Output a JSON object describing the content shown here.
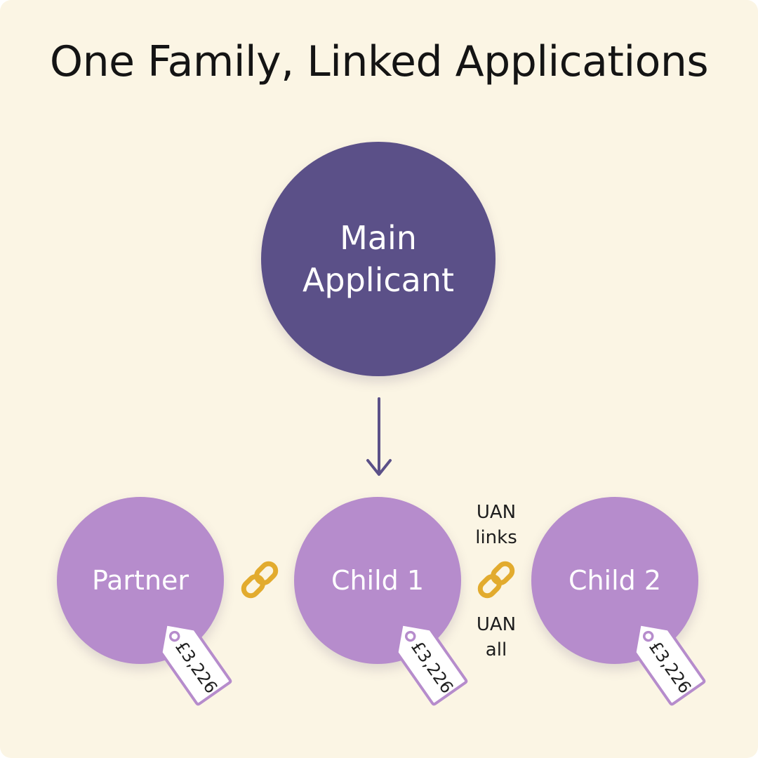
{
  "title": "One Family, Linked Applications",
  "nodes": {
    "main": {
      "label": "Main Applicant",
      "color": "#5b5088"
    },
    "partner": {
      "label": "Partner",
      "color": "#b68ccc"
    },
    "child1": {
      "label": "Child 1",
      "color": "#b68ccc"
    },
    "child2": {
      "label": "Child 2",
      "color": "#b68ccc"
    }
  },
  "connector_labels": {
    "top": "UAN links",
    "bottom": "UAN all"
  },
  "price_tags": {
    "partner": "£3,226",
    "child1": "£3,226",
    "child2": "£3,226"
  },
  "icons": {
    "arrow": "arrow-down-icon",
    "link": "chain-link-icon",
    "tag": "price-tag-icon"
  },
  "colors": {
    "background": "#fbf5e4",
    "arrow": "#5b5088",
    "link": "#e2ab2e",
    "tag_border": "#b68ccc"
  }
}
